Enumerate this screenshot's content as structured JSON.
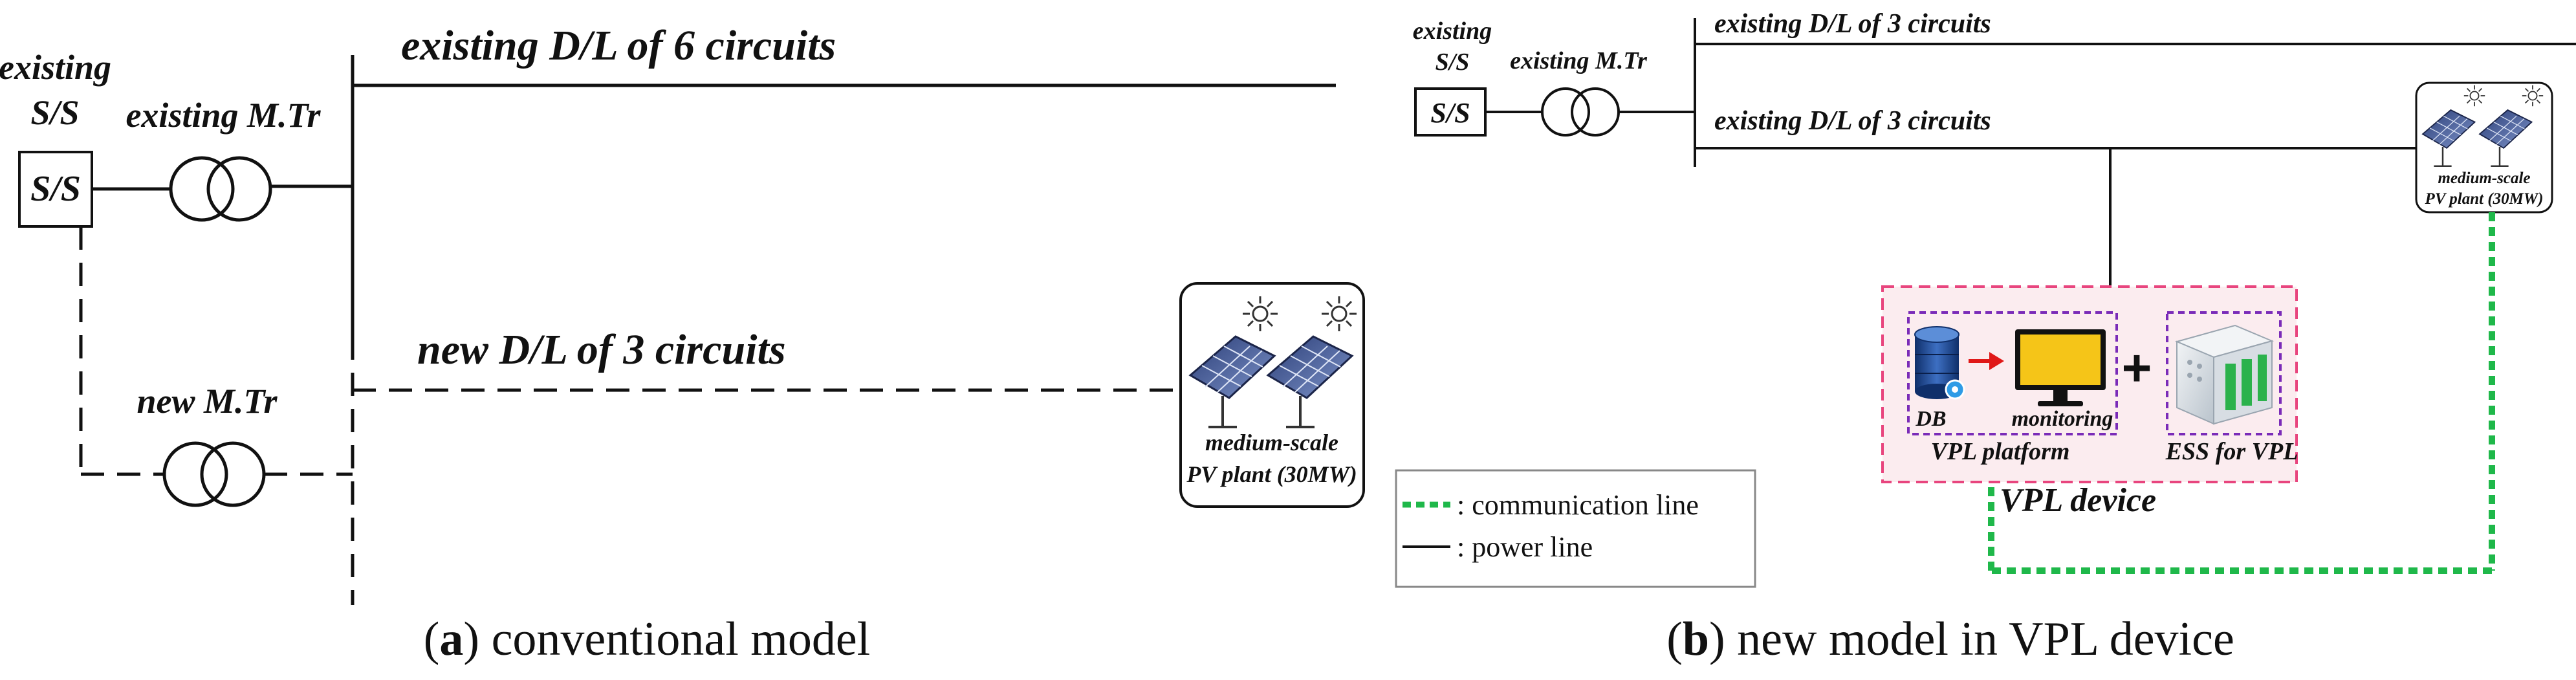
{
  "panel_a": {
    "substation_label_line1": "existing",
    "substation_label_line2": "S/S",
    "substation_box_text": "S/S",
    "existing_transformer_label": "existing M.Tr",
    "new_transformer_label": "new M.Tr",
    "existing_line_label": "existing D/L of 6 circuits",
    "new_line_label": "new D/L of 3 circuits",
    "pv_label_line1": "medium-scale",
    "pv_label_line2": "PV plant (30MW)",
    "caption_letter": "a",
    "caption_text": " conventional model"
  },
  "panel_b": {
    "substation_label_line1": "existing",
    "substation_label_line2": "S/S",
    "substation_box_text": "S/S",
    "existing_transformer_label": "existing M.Tr",
    "line1_label": "existing D/L of 3 circuits",
    "line2_label": "existing D/L of 3 circuits",
    "pv_label_line1": "medium-scale",
    "pv_label_line2": "PV plant (30MW)",
    "db_label": "DB",
    "monitoring_label": "monitoring",
    "platform_label": "VPL platform",
    "plus_sign": "+",
    "ess_label": "ESS for VPL",
    "vpl_device_label": "VPL device",
    "caption_letter": "b",
    "caption_text": " new model in VPL device"
  },
  "legend": {
    "communication_line": ": communication line",
    "power_line": ": power line"
  },
  "colors": {
    "line": "#111111",
    "communication": "#1fb84a",
    "vpl_border": "#e8457e",
    "vpl_fill": "#fbecef",
    "inner_border": "#7a2bb8",
    "arrow": "#e01818",
    "monitor_screen": "#f5c518"
  }
}
